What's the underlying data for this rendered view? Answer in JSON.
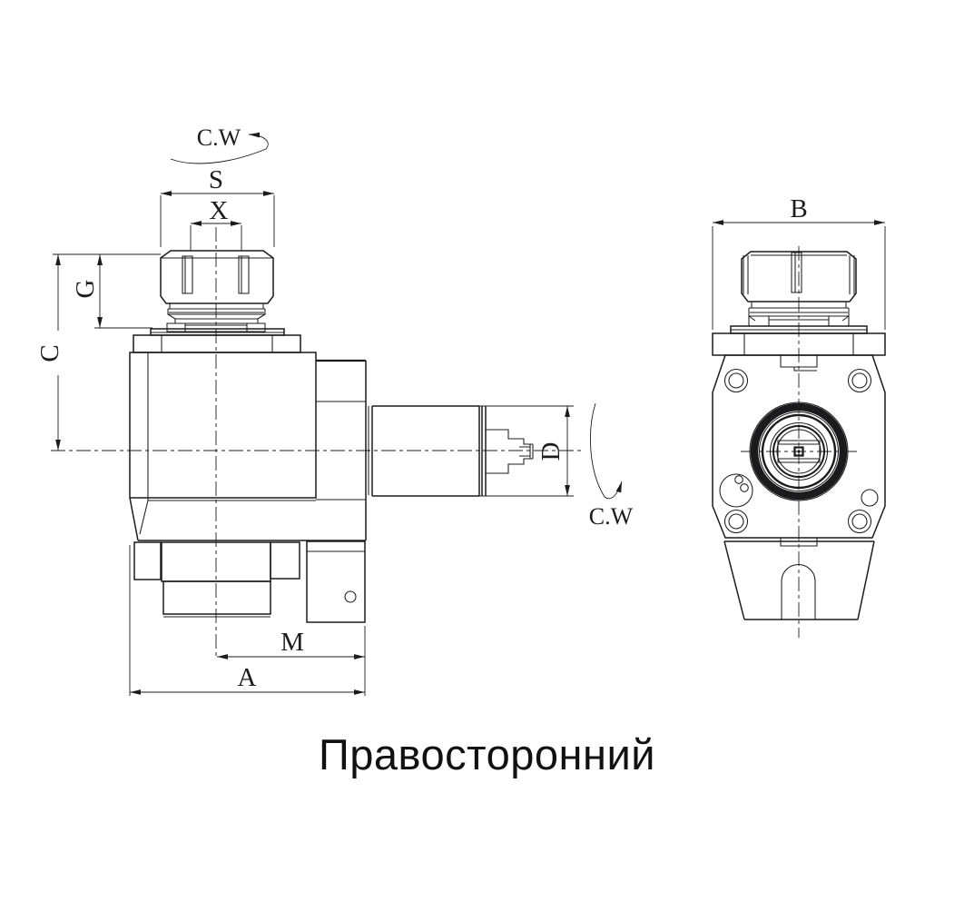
{
  "caption": "Правосторонний",
  "labels": {
    "cw_top": "C.W",
    "cw_right": "C.W",
    "dim_s": "S",
    "dim_x": "X",
    "dim_g": "G",
    "dim_c": "C",
    "dim_d": "D",
    "dim_m": "M",
    "dim_a": "A",
    "dim_b": "B"
  },
  "colors": {
    "line": "#1c1c1e",
    "background": "#ffffff",
    "caption_text": "#111111"
  }
}
